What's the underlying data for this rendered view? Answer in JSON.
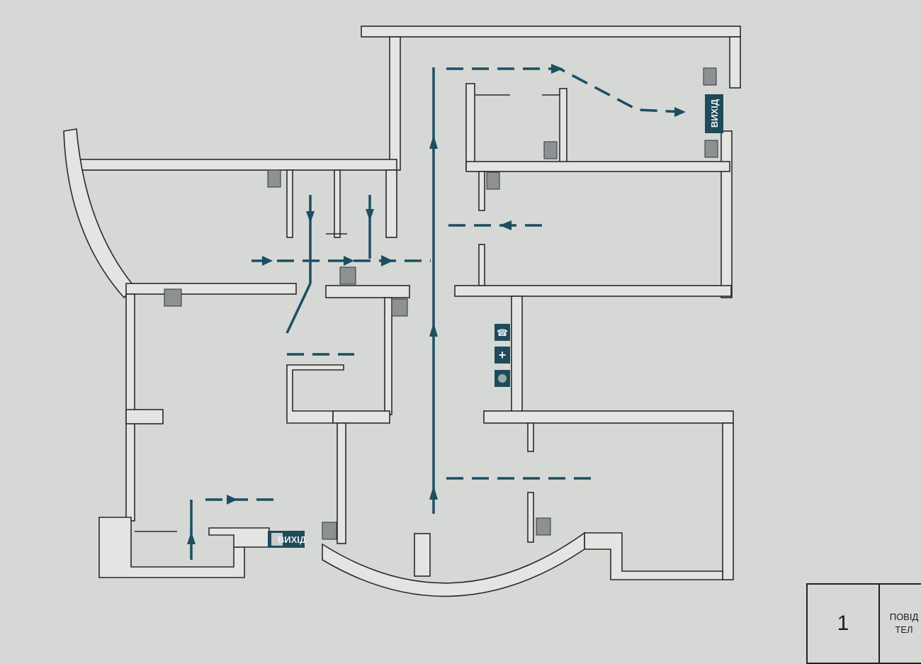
{
  "plan": {
    "exit_sign_top": "ВИХІД",
    "exit_sign_bottom": "ВИХІД"
  },
  "legend": {
    "number": "1",
    "line1": "ПОВІД",
    "line2": "ТЕЛ"
  },
  "colors": {
    "route": "#1d4e62",
    "background": "#d6d8d5",
    "wall": "#e4e5e2"
  }
}
